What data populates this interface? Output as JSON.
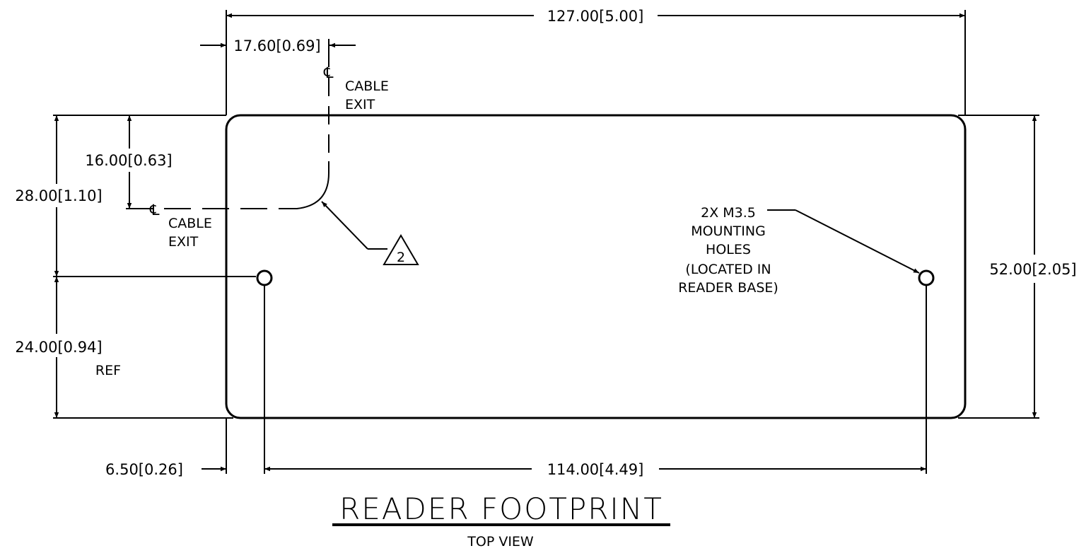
{
  "dimensions": {
    "overall_width": "127.00[5.00]",
    "cable_exit_x": "17.60[0.69]",
    "cable_exit_y": "16.00[0.63]",
    "hole_from_top": "28.00[1.10]",
    "hole_from_bottom": "24.00[0.94]",
    "hole_from_bottom_ref": "REF",
    "hole_from_edge": "6.50[0.26]",
    "hole_spacing": "114.00[4.49]",
    "overall_height": "52.00[2.05]"
  },
  "labels": {
    "centerline_symbol": "℄",
    "cable_exit_top": [
      "CABLE",
      "EXIT"
    ],
    "cable_exit_left": [
      "CABLE",
      "EXIT"
    ],
    "note_callout": "2",
    "mounting_holes": [
      "2X M3.5",
      "MOUNTING",
      "HOLES",
      "(LOCATED IN",
      "READER BASE)"
    ]
  },
  "title": {
    "main": "READER FOOTPRINT",
    "sub": "TOP VIEW"
  }
}
